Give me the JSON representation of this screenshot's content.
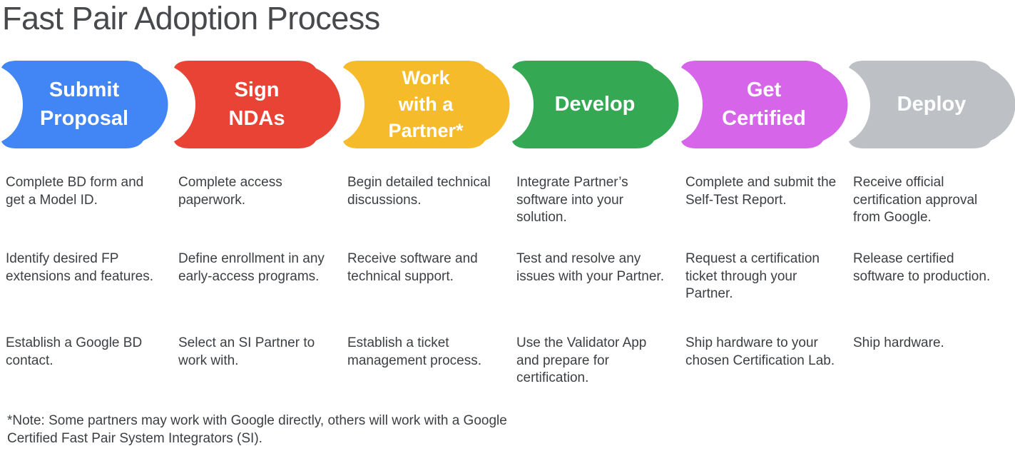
{
  "page": {
    "title": "Fast Pair Adoption Process",
    "note": "*Note: Some partners may work with Google directly, others will work with a Google Certified Fast Pair System Integrators (SI)."
  },
  "colors": {
    "title_text": "#47494C",
    "body_text": "#3C4043",
    "stage_label_text": "#FFFFFF",
    "blue": "#4285F4",
    "red": "#E94335",
    "yellow": "#F5BB2B",
    "green": "#34A853",
    "magenta": "#D765EA",
    "gray": "#BDC1C6"
  },
  "stages": [
    {
      "id": "submit-proposal",
      "label": "Submit\nProposal",
      "color": "#4285F4",
      "items": [
        "Complete BD form and get a Model ID.",
        "Identify desired FP extensions and features.",
        "Establish a Google BD contact."
      ]
    },
    {
      "id": "sign-ndas",
      "label": "Sign\nNDAs",
      "color": "#E94335",
      "items": [
        "Complete access paperwork.",
        "Define enrollment in any early-access programs.",
        "Select an SI Partner to work with."
      ]
    },
    {
      "id": "work-with-a-partner",
      "label": "Work\nwith a\nPartner*",
      "color": "#F5BB2B",
      "items": [
        "Begin detailed technical discussions.",
        "Receive software and technical support.",
        "Establish a ticket management process."
      ]
    },
    {
      "id": "develop",
      "label": "Develop",
      "color": "#34A853",
      "items": [
        "Integrate Partner’s software into your solution.",
        "Test and resolve any issues with your Partner.",
        "Use the Validator App and prepare for certification."
      ]
    },
    {
      "id": "get-certified",
      "label": "Get\nCertified",
      "color": "#D765EA",
      "items": [
        "Complete and submit the Self-Test Report.",
        "Request a certification ticket through your Partner.",
        "Ship hardware to your chosen Certification Lab."
      ]
    },
    {
      "id": "deploy",
      "label": "Deploy",
      "color": "#BDC1C6",
      "items": [
        "Receive official certification approval from Google.",
        "Release certified software to production.",
        "Ship hardware."
      ]
    }
  ]
}
